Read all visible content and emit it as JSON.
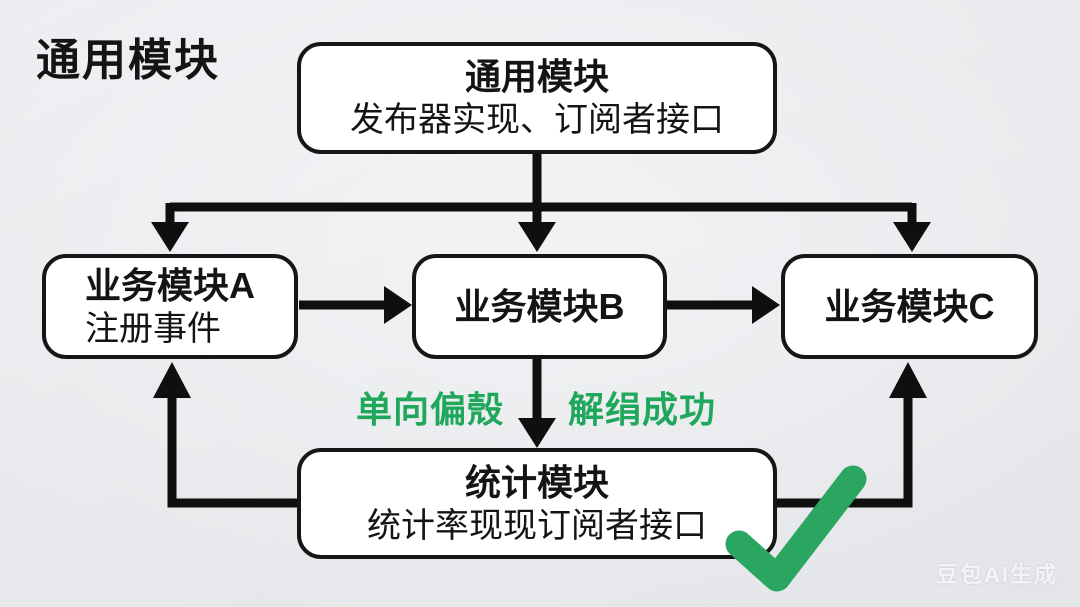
{
  "header": {
    "title": "通用模块"
  },
  "colors": {
    "background": "#e9ebee",
    "box_fill": "#ffffff",
    "box_border": "#161616",
    "text": "#141414",
    "arrow": "#0f0f0f",
    "green_label": "#1fa85b",
    "check_green": "#2aa661",
    "watermark": "#f3f4f6"
  },
  "diagram": {
    "nodes": {
      "common_module": {
        "title": "通用模块",
        "subtitle": "发布器实现、订阅者接口"
      },
      "module_a": {
        "title": "业务模块A",
        "subtitle": "注册事件"
      },
      "module_b": {
        "title": "业务模块B"
      },
      "module_c": {
        "title": "业务模块C"
      },
      "stats_module": {
        "title": "统计模块",
        "subtitle": "统计率现现订阅者接口"
      }
    },
    "labels": {
      "left_of_arrow": "单向偏殼",
      "right_of_arrow": "解绢成功"
    },
    "edges": [
      {
        "from": "common_module",
        "to": "module_a"
      },
      {
        "from": "common_module",
        "to": "module_b"
      },
      {
        "from": "common_module",
        "to": "module_c"
      },
      {
        "from": "module_a",
        "to": "module_b"
      },
      {
        "from": "module_b",
        "to": "module_c"
      },
      {
        "from": "module_b",
        "to": "stats_module"
      },
      {
        "from": "stats_module",
        "to": "module_a"
      },
      {
        "from": "stats_module",
        "to": "module_c"
      }
    ],
    "check_icon": "check-icon"
  },
  "watermark": {
    "text": "豆包AI生成"
  }
}
